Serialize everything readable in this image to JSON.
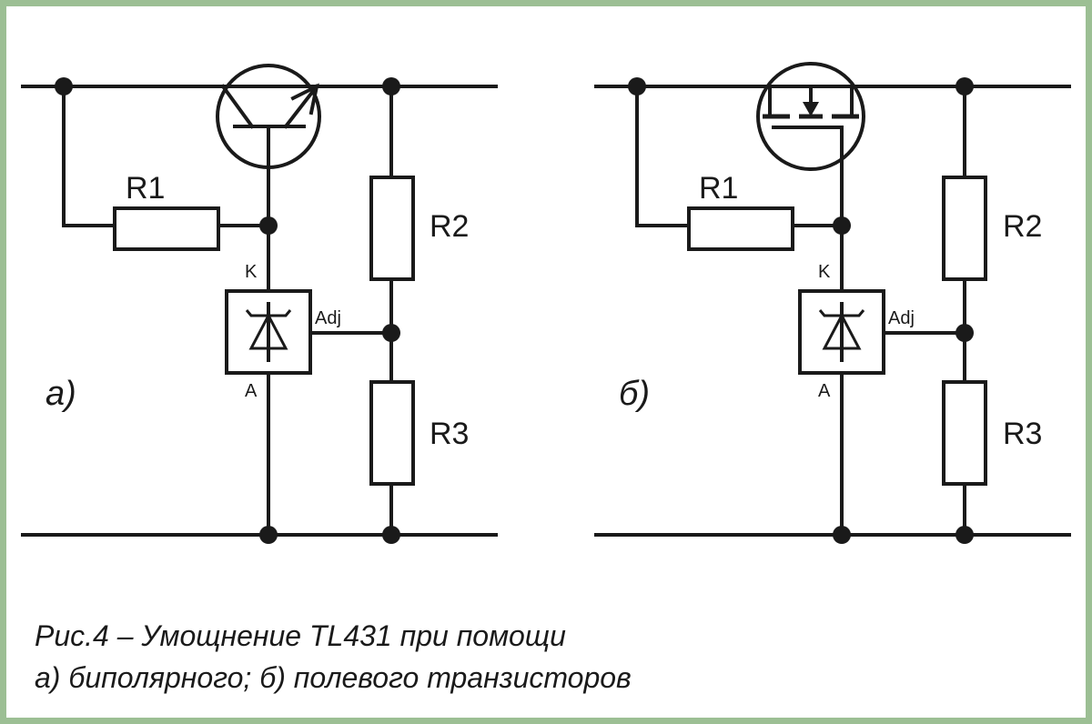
{
  "diagrams": [
    {
      "id": "bipolar",
      "panel_label": "а)",
      "r1": "R1",
      "r2": "R2",
      "r3": "R3",
      "pin_k": "K",
      "pin_a": "A",
      "pin_adj": "Adj"
    },
    {
      "id": "mosfet",
      "panel_label": "б)",
      "r1": "R1",
      "r2": "R2",
      "r3": "R3",
      "pin_k": "K",
      "pin_a": "A",
      "pin_adj": "Adj"
    }
  ],
  "caption": {
    "line1": "Рис.4 – Умощнение TL431 при помощи",
    "line2": "а) биполярного; б) полевого транзисторов"
  },
  "colors": {
    "frame": "#9cbf94",
    "ink": "#1a1a1a"
  }
}
